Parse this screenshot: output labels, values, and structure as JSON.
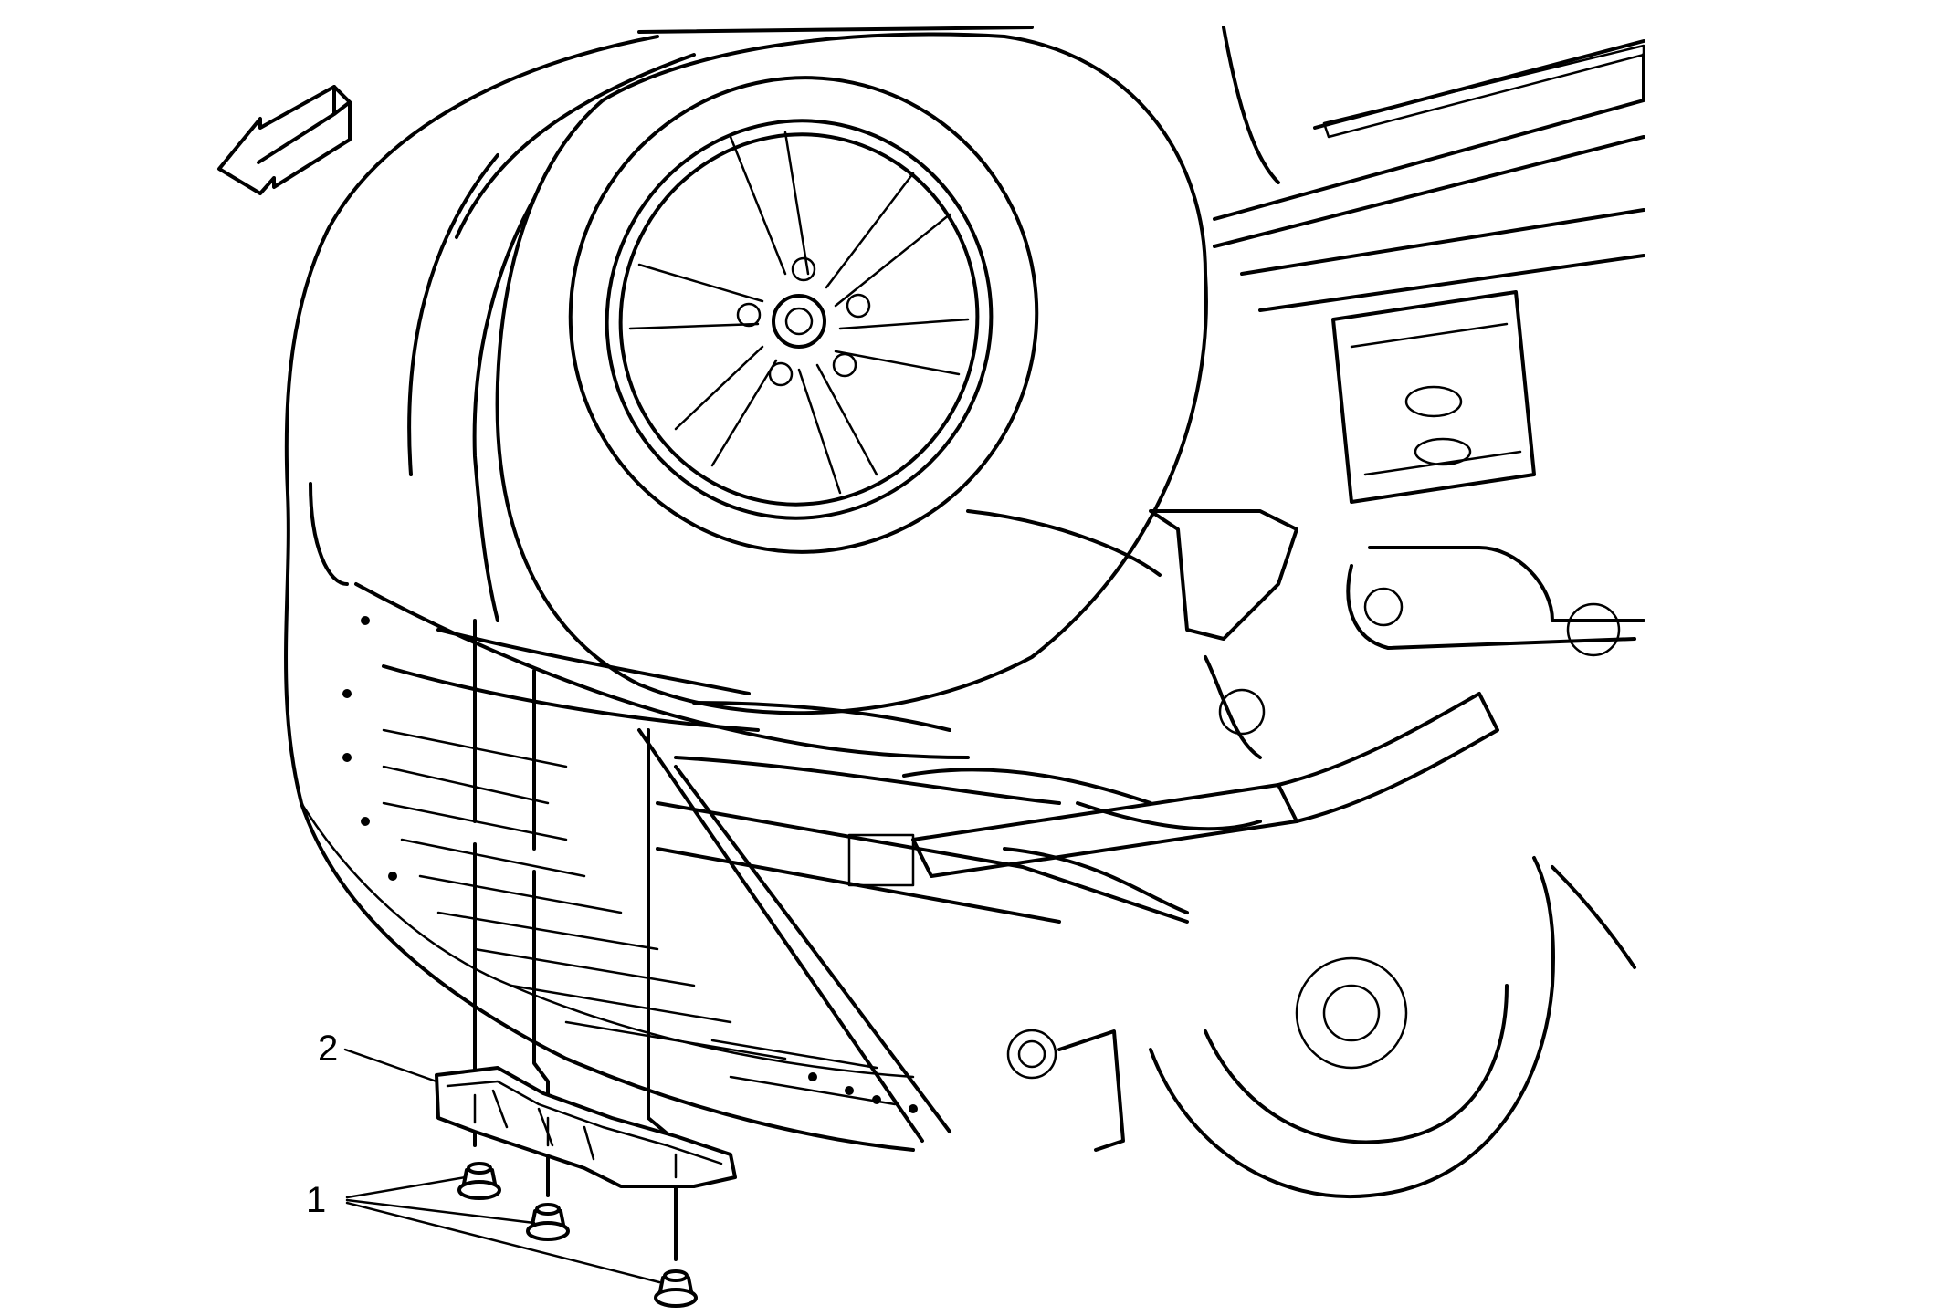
{
  "callouts": [
    {
      "number": "1",
      "part": "fastener"
    },
    {
      "number": "2",
      "part": "shield"
    }
  ],
  "icons": [
    "direction-arrow-icon",
    "wheel-icon",
    "fastener-icon"
  ],
  "colors": {
    "line": "#000000",
    "background": "#ffffff"
  }
}
